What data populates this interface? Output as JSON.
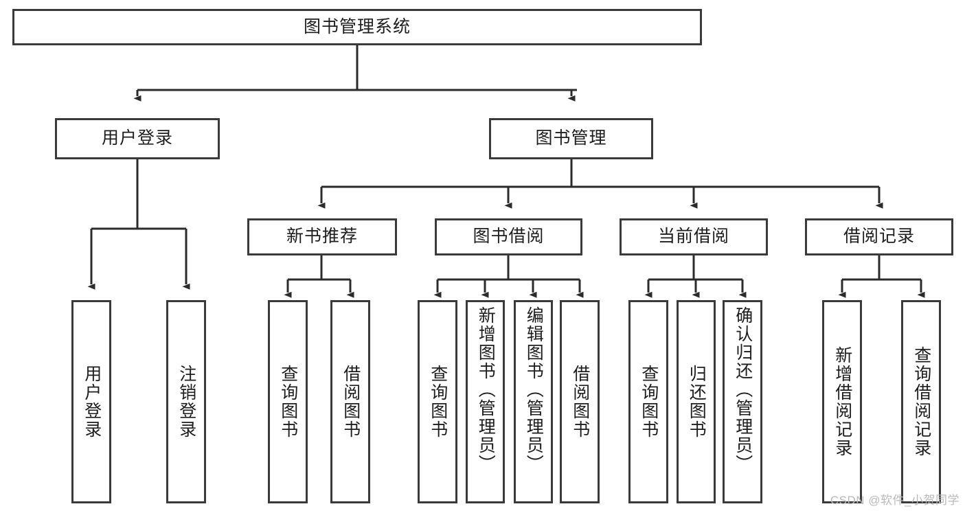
{
  "diagram": {
    "title": "图书管理系统",
    "type": "tree",
    "colors": {
      "box_border": "#3a3a3a",
      "box_fill": "#ffffff",
      "connector": "#2b2b2b",
      "text": "#1d1d1d",
      "watermark": "#b9b9b9"
    },
    "root": {
      "label": "图书管理系统",
      "orientation": "horizontal"
    },
    "level2": [
      {
        "label": "用户登录",
        "orientation": "horizontal"
      },
      {
        "label": "图书管理",
        "orientation": "horizontal"
      }
    ],
    "level3": [
      {
        "label": "新书推荐",
        "orientation": "horizontal",
        "parent": "图书管理"
      },
      {
        "label": "图书借阅",
        "orientation": "horizontal",
        "parent": "图书管理"
      },
      {
        "label": "当前借阅",
        "orientation": "horizontal",
        "parent": "图书管理"
      },
      {
        "label": "借阅记录",
        "orientation": "horizontal",
        "parent": "图书管理"
      }
    ],
    "leaves": {
      "user_login": [
        {
          "label": "用户登录",
          "orientation": "vertical"
        },
        {
          "label": "注销登录",
          "orientation": "vertical"
        }
      ],
      "new_book_recommend": [
        {
          "label": "查询图书",
          "orientation": "vertical"
        },
        {
          "label": "借阅图书",
          "orientation": "vertical"
        }
      ],
      "book_borrow": [
        {
          "label": "查询图书",
          "orientation": "vertical"
        },
        {
          "label": "新增图书（管理员）",
          "orientation": "vertical"
        },
        {
          "label": "编辑图书（管理员）",
          "orientation": "vertical"
        },
        {
          "label": "借阅图书",
          "orientation": "vertical"
        }
      ],
      "current_borrow": [
        {
          "label": "查询图书",
          "orientation": "vertical"
        },
        {
          "label": "归还图书",
          "orientation": "vertical"
        },
        {
          "label": "确认归还（管理员）",
          "orientation": "vertical"
        }
      ],
      "borrow_record": [
        {
          "label": "新增借阅记录",
          "orientation": "vertical"
        },
        {
          "label": "查询借阅记录",
          "orientation": "vertical"
        }
      ]
    }
  },
  "watermark": {
    "text": "CSDN @软件_小贺同学"
  }
}
